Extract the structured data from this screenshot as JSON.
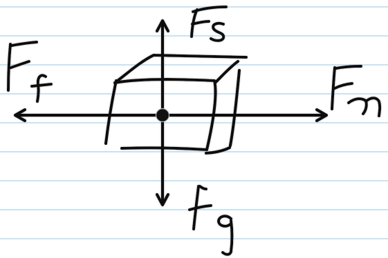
{
  "diagram": {
    "labels": {
      "top": "Fs",
      "left": "Ff",
      "right": "Fm",
      "bottom": "Fg"
    }
  },
  "colors": {
    "paper": "#ffffff",
    "rule_line": "#b9d8ee",
    "ink": "#111111",
    "ink_shadow": "#bdbdbd"
  },
  "icons": {
    "arrow_head": "arrow-head-icon",
    "center_point": "center-point-icon"
  }
}
